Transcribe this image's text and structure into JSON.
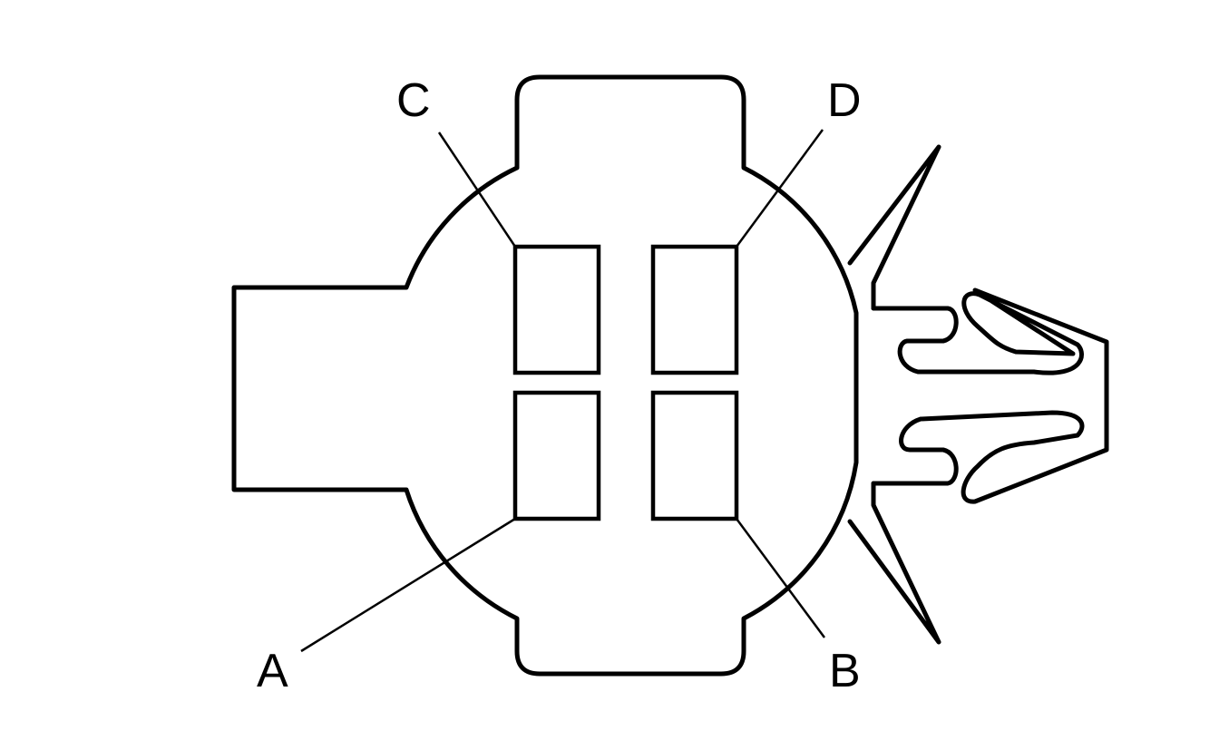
{
  "labels": {
    "a": "A",
    "b": "B",
    "c": "C",
    "d": "D"
  },
  "colors": {
    "stroke": "#000000",
    "background": "#ffffff"
  }
}
